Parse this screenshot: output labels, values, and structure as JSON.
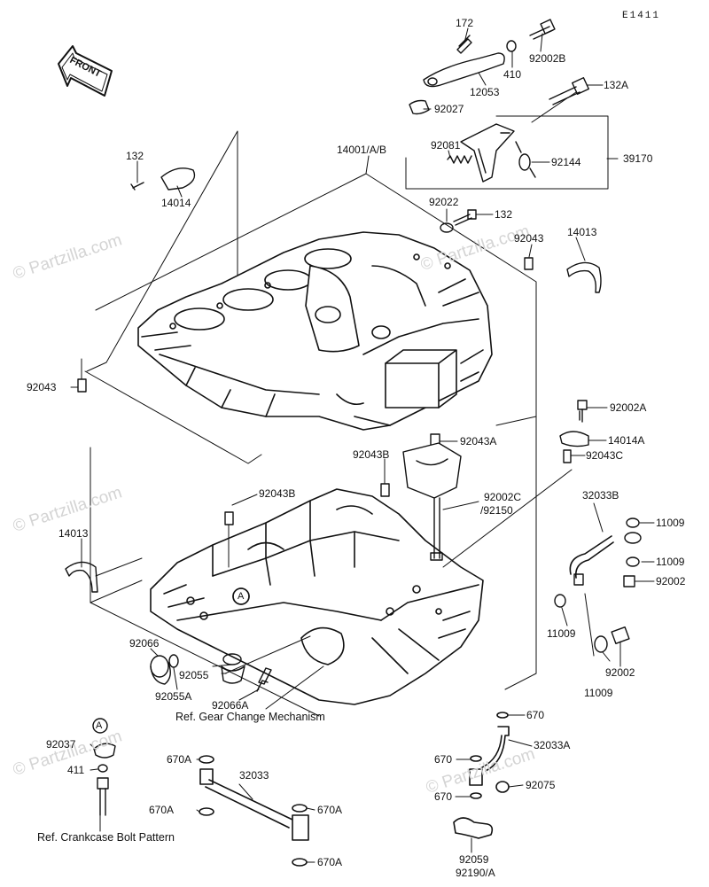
{
  "diagram_code": "E1411",
  "front_arrow": "FRONT",
  "watermark": "© Partzilla.com",
  "parts": {
    "p172": "172",
    "p92002B": "92002B",
    "p410": "410",
    "p12053": "12053",
    "p92027": "92027",
    "p132A": "132A",
    "p92081": "92081",
    "p92144": "92144",
    "p39170": "39170",
    "p14001": "14001/A/B",
    "p132_top": "132",
    "p14014": "14014",
    "p92022": "92022",
    "p132_mid": "132",
    "p92043_right": "92043",
    "p14013_right": "14013",
    "p92043_left": "92043",
    "p92002A": "92002A",
    "p14014A": "14014A",
    "p92043A": "92043A",
    "p92043C": "92043C",
    "p92043B_mid": "92043B",
    "p92043B_left": "92043B",
    "p92002C": "92002C",
    "p92150": "/92150",
    "p32033B": "32033B",
    "p11009_a": "11009",
    "p14013_left": "14013",
    "p11009_b": "11009",
    "p92002_a": "92002",
    "p11009_c": "11009",
    "p92066": "92066",
    "p92002_b": "92002",
    "p11009_d": "11009",
    "p92055": "92055",
    "p92055A": "92055A",
    "p92066A": "92066A",
    "ref_gear": "Ref. Gear Change Mechanism",
    "callout_A": "A",
    "p670_top": "670",
    "p92037": "92037",
    "p32033A": "32033A",
    "p411": "411",
    "p670A_a": "670A",
    "p32033": "32033",
    "p670_mid": "670",
    "p92075": "92075",
    "p670_low": "670",
    "p670A_b": "670A",
    "p670A_c": "670A",
    "ref_bolt": "Ref. Crankcase Bolt Pattern",
    "p670A_d": "670A",
    "p92059": "92059",
    "p92190": "92190/A"
  }
}
